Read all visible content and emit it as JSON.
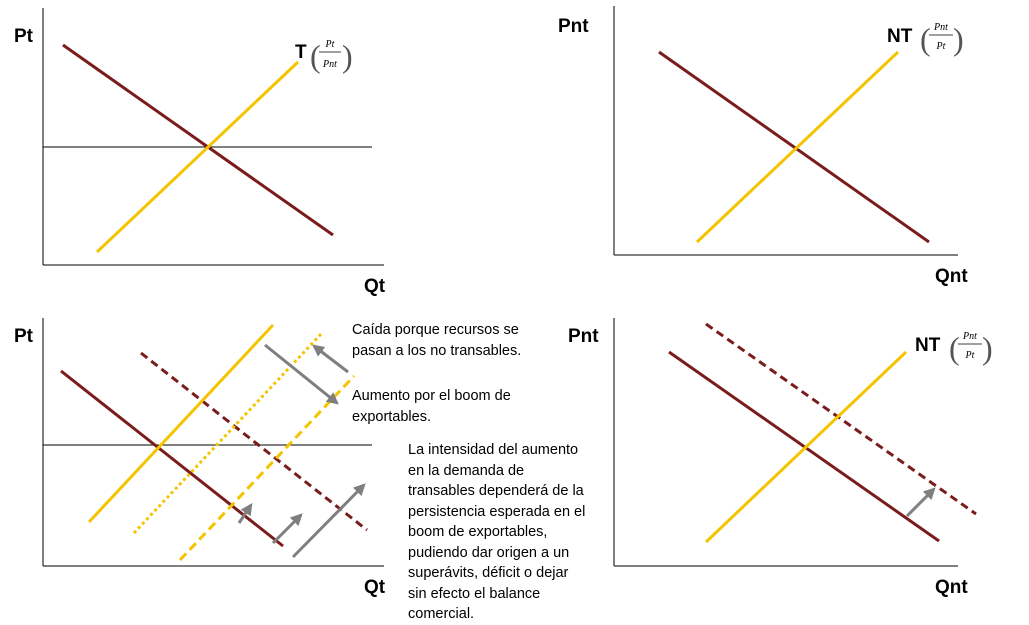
{
  "colors": {
    "demand": "#7a1c1c",
    "supply": "#f5c400",
    "arrow": "#7f7f7f",
    "axis": "#000000"
  },
  "panels": {
    "top_left": {
      "y_axis": "Pt",
      "x_axis": "Qt",
      "curve_name": "T",
      "frac_num": "Pt",
      "frac_den": "Pnt"
    },
    "top_right": {
      "y_axis": "Pnt",
      "x_axis": "Qnt",
      "curve_name": "NT",
      "frac_num": "Pnt",
      "frac_den": "Pt"
    },
    "bottom_left": {
      "y_axis": "Pt",
      "x_axis": "Qt"
    },
    "bottom_right": {
      "y_axis": "Pnt",
      "x_axis": "Qnt",
      "curve_name": "NT",
      "frac_num": "Pnt",
      "frac_den": "Pt"
    }
  },
  "annotations": {
    "caida": "Caída porque recursos se\npasan a los no transables.",
    "aumento": "Aumento por el boom de\nexportables.",
    "intensidad": "La intensidad del aumento\nen la demanda de\ntransables dependerá de la\npersistencia esperada en el\nboom de exportables,\npudiendo dar origen a un\nsuperávits, déficit o dejar\nsin efecto el balance\ncomercial."
  }
}
